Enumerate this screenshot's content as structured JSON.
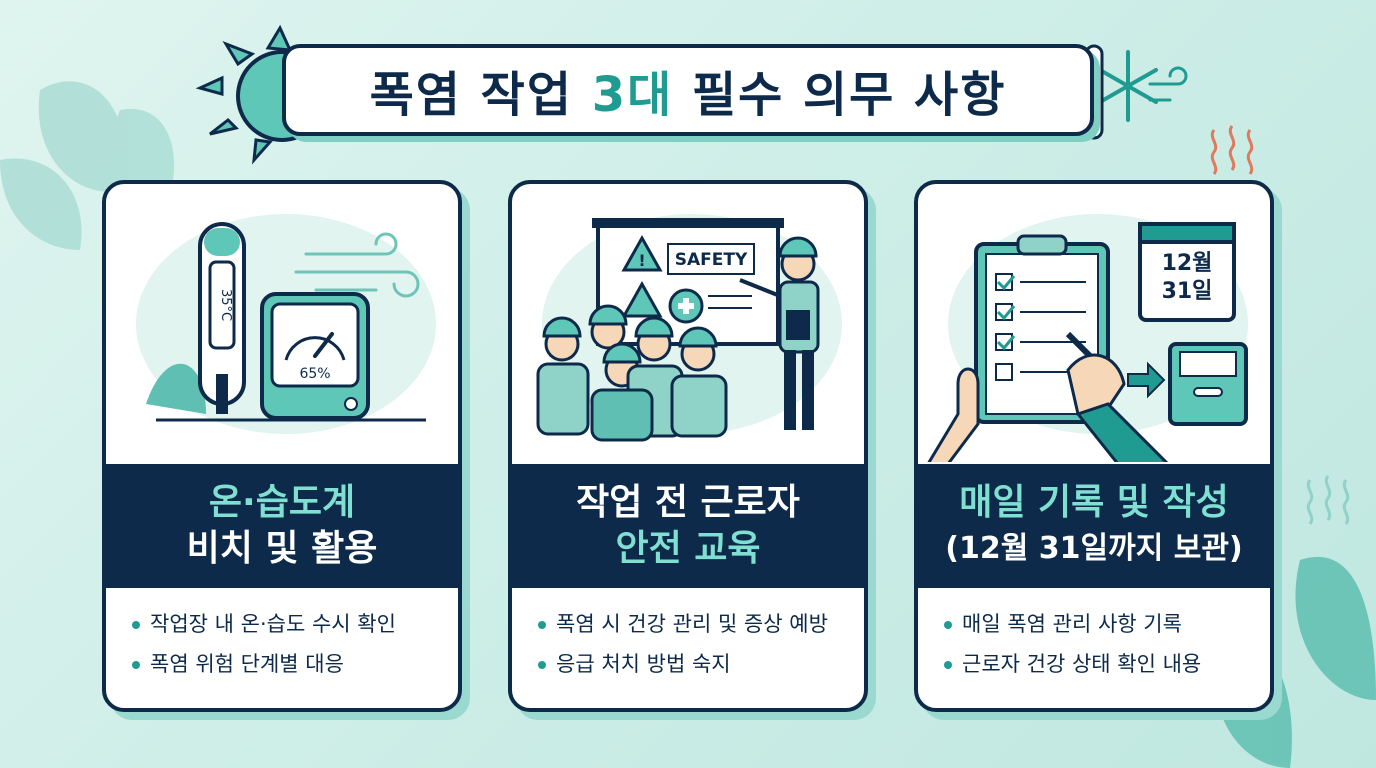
{
  "title": {
    "prefix": "폭염 작업 ",
    "accent": "3대",
    "suffix": " 필수 의무 사항"
  },
  "cards": [
    {
      "band_line1": "온·습도계",
      "band_line2": "비치 및 활용",
      "thermometer_reading": "35°C",
      "humidity_reading": "65%",
      "bullets": [
        "작업장 내 온·습도 수시 확인",
        "폭염 위험 단계별 대응"
      ]
    },
    {
      "band_line1": "작업 전 근로자",
      "band_line2": "안전 교육",
      "board_label": "SAFETY",
      "bullets": [
        "폭염 시 건강 관리 및 증상 예방",
        "응급 처치 방법 숙지"
      ]
    },
    {
      "band_line1": "매일 기록 및 작성",
      "band_line2": "(12월 31일까지 보관)",
      "calendar_line1": "12월",
      "calendar_line2": "31일",
      "bullets": [
        "매일 폭염 관리 사항 기록",
        "근로자 건강 상태 확인 내용"
      ]
    }
  ],
  "colors": {
    "navy": "#0d2a4a",
    "teal": "#1f9b91",
    "mint": "#7fe0d2",
    "background": "#cfeee8"
  }
}
